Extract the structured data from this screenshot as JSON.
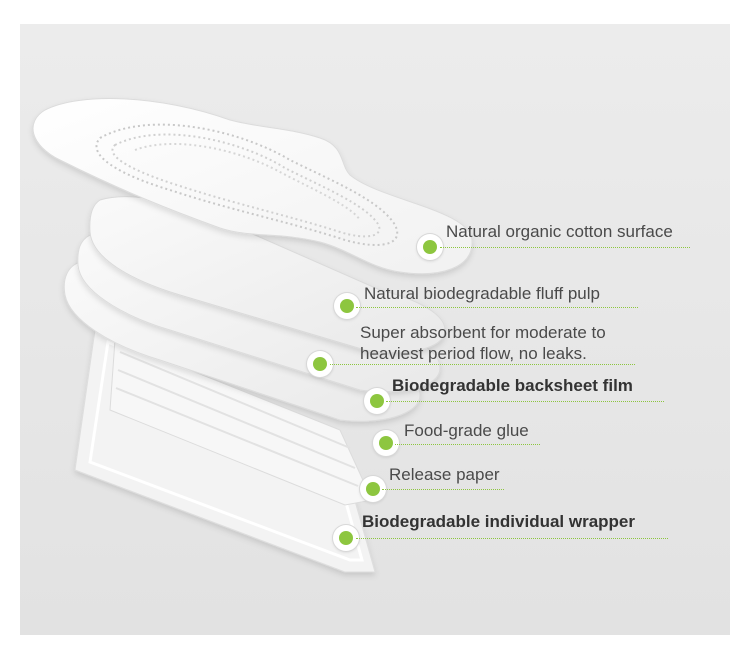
{
  "callouts": {
    "surface": "Natural organic cotton surface",
    "pulp": "Natural biodegradable fluff pulp",
    "absorbent_line1": "Super absorbent for moderate to",
    "absorbent_line2": "heaviest period flow, no leaks.",
    "backsheet": "Biodegradable backsheet film",
    "glue": "Food-grade glue",
    "release": "Release paper",
    "wrapper": "Biodegradable individual wrapper"
  },
  "colors": {
    "accent": "#8dc63f",
    "background": "#e8e8e8",
    "text": "#4a4a4a"
  }
}
